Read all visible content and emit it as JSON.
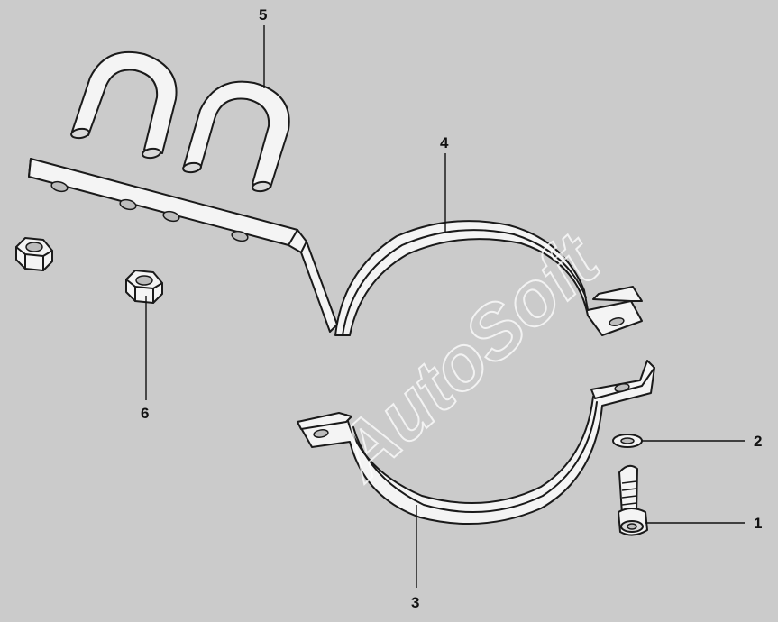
{
  "diagram": {
    "watermark": "AutoSoft",
    "callouts": [
      {
        "id": "1",
        "label": "1"
      },
      {
        "id": "2",
        "label": "2"
      },
      {
        "id": "3",
        "label": "3"
      },
      {
        "id": "4",
        "label": "4"
      },
      {
        "id": "5",
        "label": "5"
      },
      {
        "id": "6",
        "label": "6"
      }
    ],
    "colors": {
      "background": "#cbcbcb",
      "part_fill": "#f4f4f4",
      "outline": "#1a1a1a",
      "watermark": "#ffffff"
    }
  }
}
